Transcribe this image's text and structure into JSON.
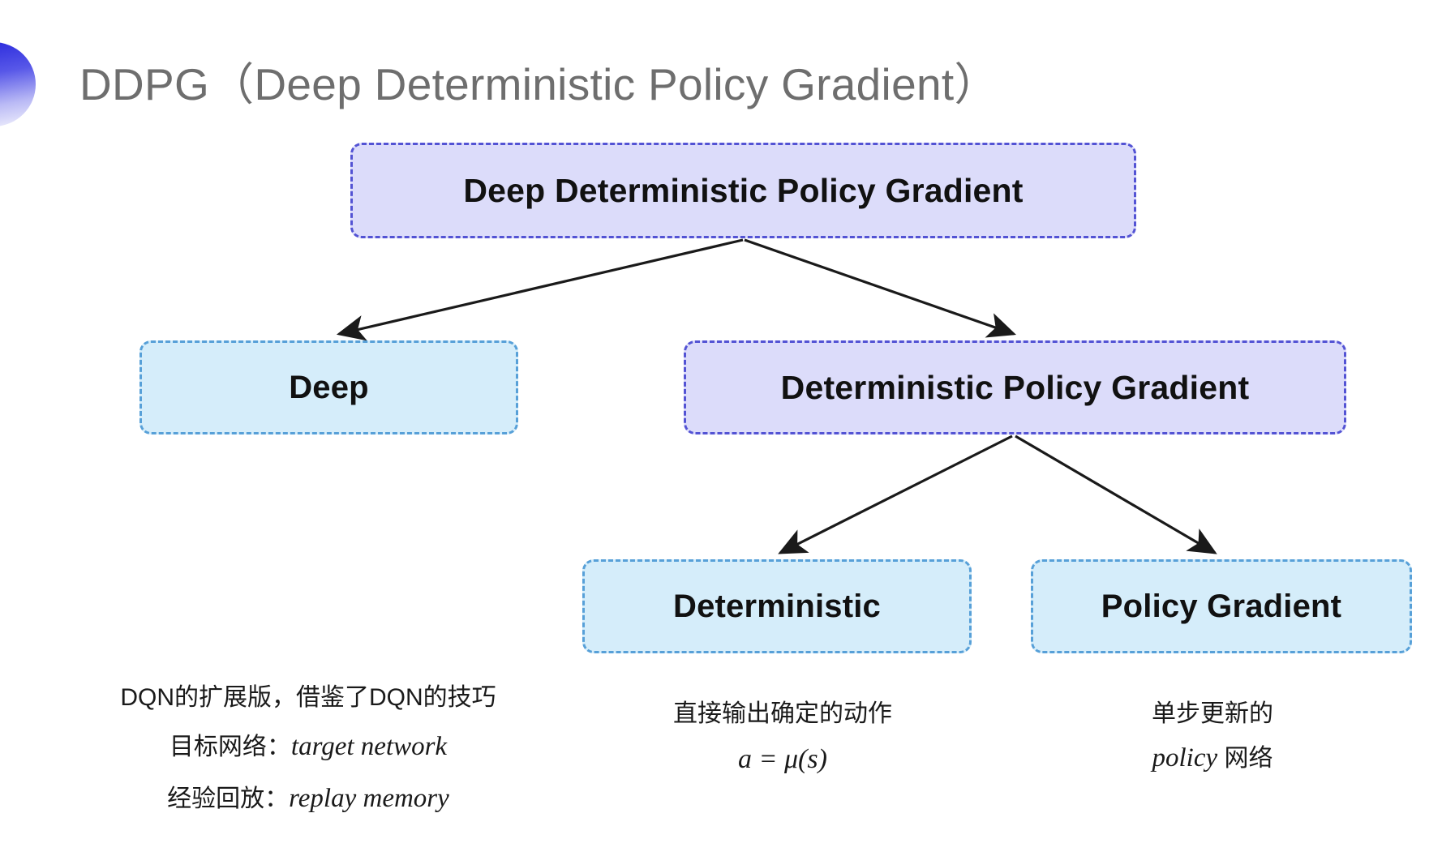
{
  "slide": {
    "title": "DDPG（Deep Deterministic Policy Gradient）",
    "background_color": "#ffffff",
    "title_color": "#6e6e6e",
    "accent_color": "#2b2bdd"
  },
  "colors": {
    "purple_fill": "#dcdcfa",
    "purple_border": "#5353d4",
    "blue_fill": "#d5edfa",
    "blue_border": "#57a0d8",
    "arrow": "#1a1a1a"
  },
  "tree": {
    "root": {
      "label": "Deep Deterministic Policy Gradient",
      "style": "purple"
    },
    "level2": [
      {
        "label": "Deep",
        "style": "blue"
      },
      {
        "label": "Deterministic Policy Gradient",
        "style": "purple"
      }
    ],
    "level3": [
      {
        "label": "Deterministic",
        "style": "blue"
      },
      {
        "label": "Policy Gradient",
        "style": "blue"
      }
    ]
  },
  "notes": {
    "left": {
      "line1": "DQN的扩展版，借鉴了DQN的技巧",
      "line2_label": "目标网络：",
      "line2_term": "target network",
      "line3_label": "经验回放：",
      "line3_term": "replay memory"
    },
    "middle": {
      "line1": "直接输出确定的动作",
      "line2": "a = μ(s)"
    },
    "right": {
      "line1": "单步更新的",
      "line2_term": "policy",
      "line2_suffix": " 网络"
    }
  }
}
